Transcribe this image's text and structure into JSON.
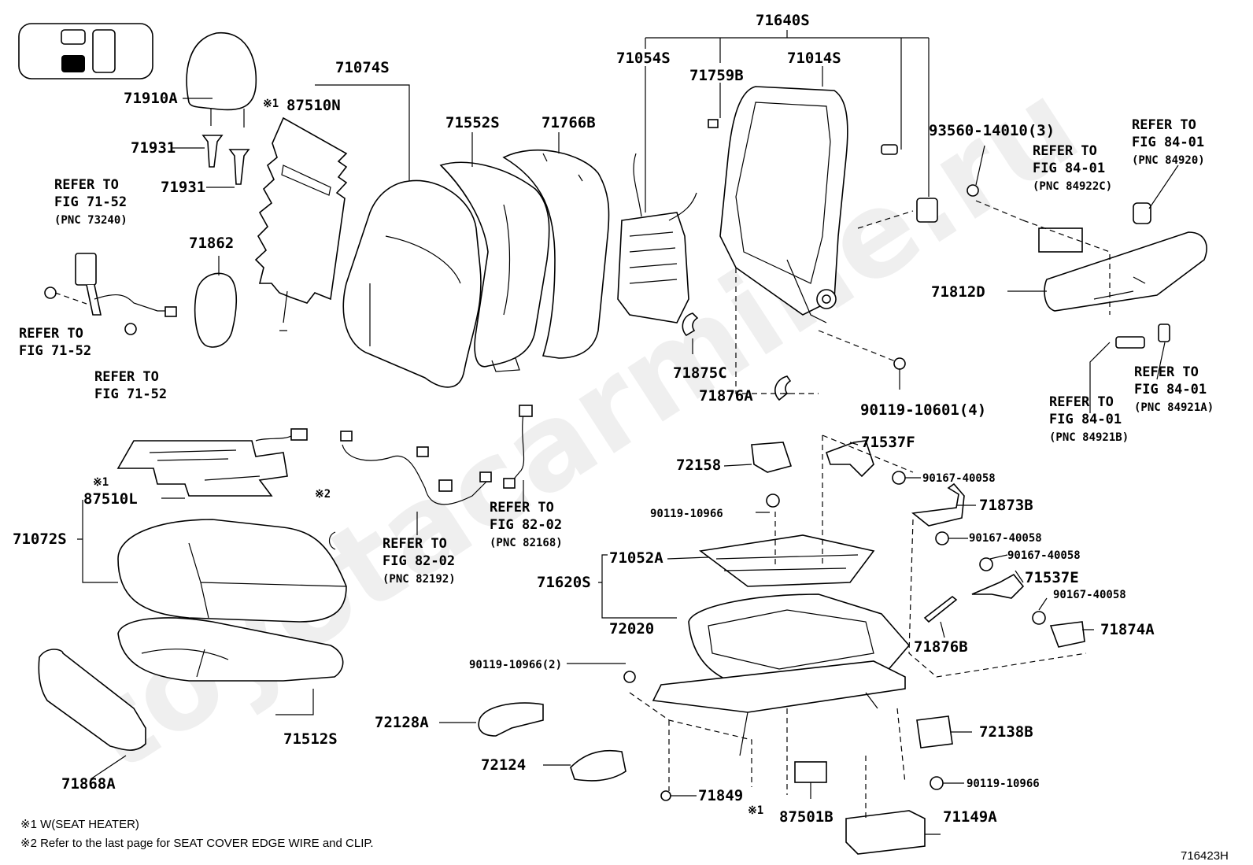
{
  "figure_id": "716423H",
  "watermark": "toyotacarmine.ru",
  "callouts": {
    "p71640S": "71640S",
    "p71054S": "71054S",
    "p71759B": "71759B",
    "p71014S": "71014S",
    "p71074S": "71074S",
    "p71910A": "71910A",
    "p87510N": "87510N",
    "p71931a": "71931",
    "p71931b": "71931",
    "p71552S": "71552S",
    "p71766B": "71766B",
    "p71862": "71862",
    "p93560": "93560-14010(3)",
    "p71812D": "71812D",
    "p71875C": "71875C",
    "p71876A": "71876A",
    "p90119_10601": "90119-10601(4)",
    "p87510L": "87510L",
    "p71072S": "71072S",
    "p72158": "72158",
    "p71537F": "71537F",
    "p90167a": "90167-40058",
    "p90119_10966a": "90119-10966",
    "p71873B": "71873B",
    "p90167b": "90167-40058",
    "p71052A": "71052A",
    "p71620S": "71620S",
    "p90167c": "90167-40058",
    "p71537E": "71537E",
    "p90167d": "90167-40058",
    "p72020": "72020",
    "p71876B": "71876B",
    "p71874A": "71874A",
    "p90119_10966_2": "90119-10966(2)",
    "p72128A": "72128A",
    "p71512S": "71512S",
    "p72138B": "72138B",
    "p72124": "72124",
    "p90119_10966b": "90119-10966",
    "p71868A": "71868A",
    "p71849": "71849",
    "p87501B": "87501B",
    "p71149A": "71149A"
  },
  "marks": {
    "m1a": "※1",
    "m1b": "※1",
    "m2": "※2",
    "m1c": "※1"
  },
  "refs": {
    "r1": [
      "REFER TO",
      "FIG 71-52",
      "(PNC 73240)"
    ],
    "r2": [
      "REFER TO",
      "FIG 71-52"
    ],
    "r3": [
      "REFER TO",
      "FIG 71-52"
    ],
    "r4": [
      "REFER TO",
      "FIG 84-01",
      "(PNC 84920)"
    ],
    "r5": [
      "REFER TO",
      "FIG 84-01",
      "(PNC 84922C)"
    ],
    "r6": [
      "REFER TO",
      "FIG 84-01",
      "(PNC 84921A)"
    ],
    "r7": [
      "REFER TO",
      "FIG 84-01",
      "(PNC 84921B)"
    ],
    "r8": [
      "REFER TO",
      "FIG 82-02",
      "(PNC 82168)"
    ],
    "r9": [
      "REFER TO",
      "FIG 82-02",
      "(PNC 82192)"
    ]
  },
  "footnotes": {
    "n1": "※1  W(SEAT  HEATER)",
    "n2": "※2  Refer to the last page for SEAT COVER EDGE WIRE and CLIP."
  }
}
